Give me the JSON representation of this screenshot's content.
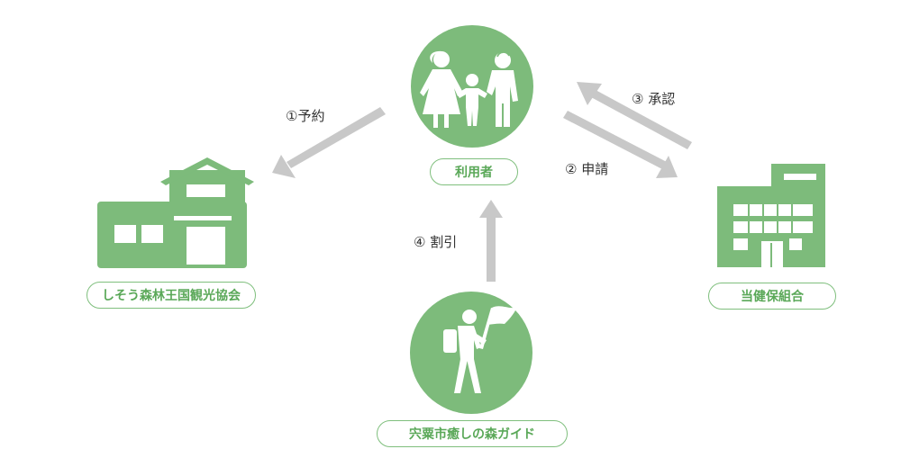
{
  "colors": {
    "green": "#7dbb7b",
    "pill_border": "#7fbf7d",
    "pill_text": "#5aa858",
    "arrow": "#c8c8c8",
    "window": "#ffffff"
  },
  "nodes": {
    "user": {
      "label": "利用者",
      "icon": "family-icon"
    },
    "association": {
      "label": "しそう森林王国観光協会",
      "icon": "house-icon"
    },
    "insurance": {
      "label": "当健保組合",
      "icon": "office-building-icon"
    },
    "guide": {
      "label": "宍粟市癒しの森ガイド",
      "icon": "hiker-flag-icon"
    }
  },
  "steps": {
    "reserve": "①予約",
    "apply": "② 申請",
    "approve": "③ 承認",
    "discount": "④ 割引"
  }
}
